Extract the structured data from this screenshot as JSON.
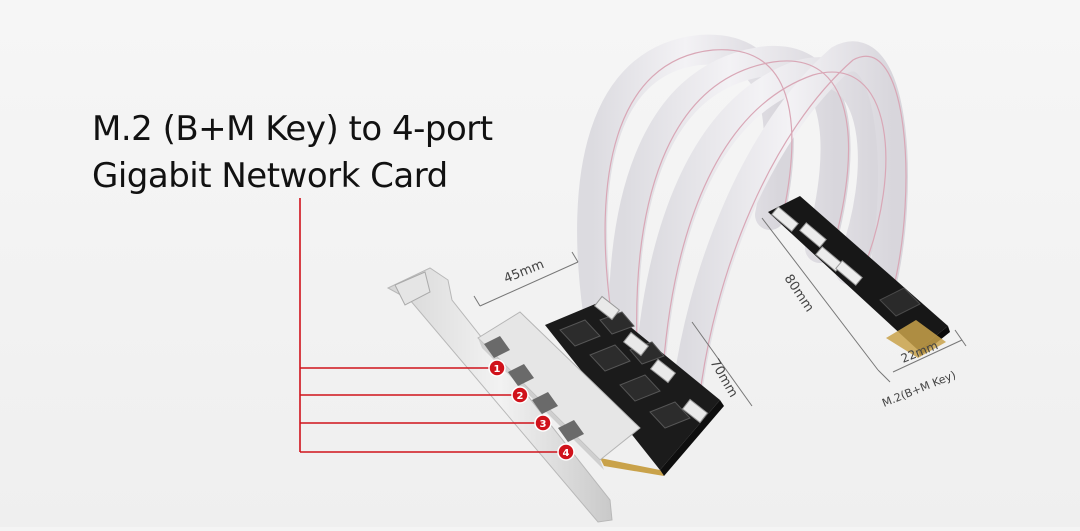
{
  "title": {
    "line1": "M.2 (B+M Key) to 4-port",
    "line2": "Gigabit Network Card"
  },
  "dimensions": {
    "width_top": "45mm",
    "height_side": "70mm",
    "m2_length": "80mm",
    "m2_width": "22mm"
  },
  "m2_label": "M.2(B+M Key)",
  "ports": [
    "1",
    "2",
    "3",
    "4"
  ],
  "colors": {
    "accent": "#d0121b",
    "background": "#f4f4f4",
    "pcb": "#1a1a1a",
    "cable": "#ecebed"
  }
}
